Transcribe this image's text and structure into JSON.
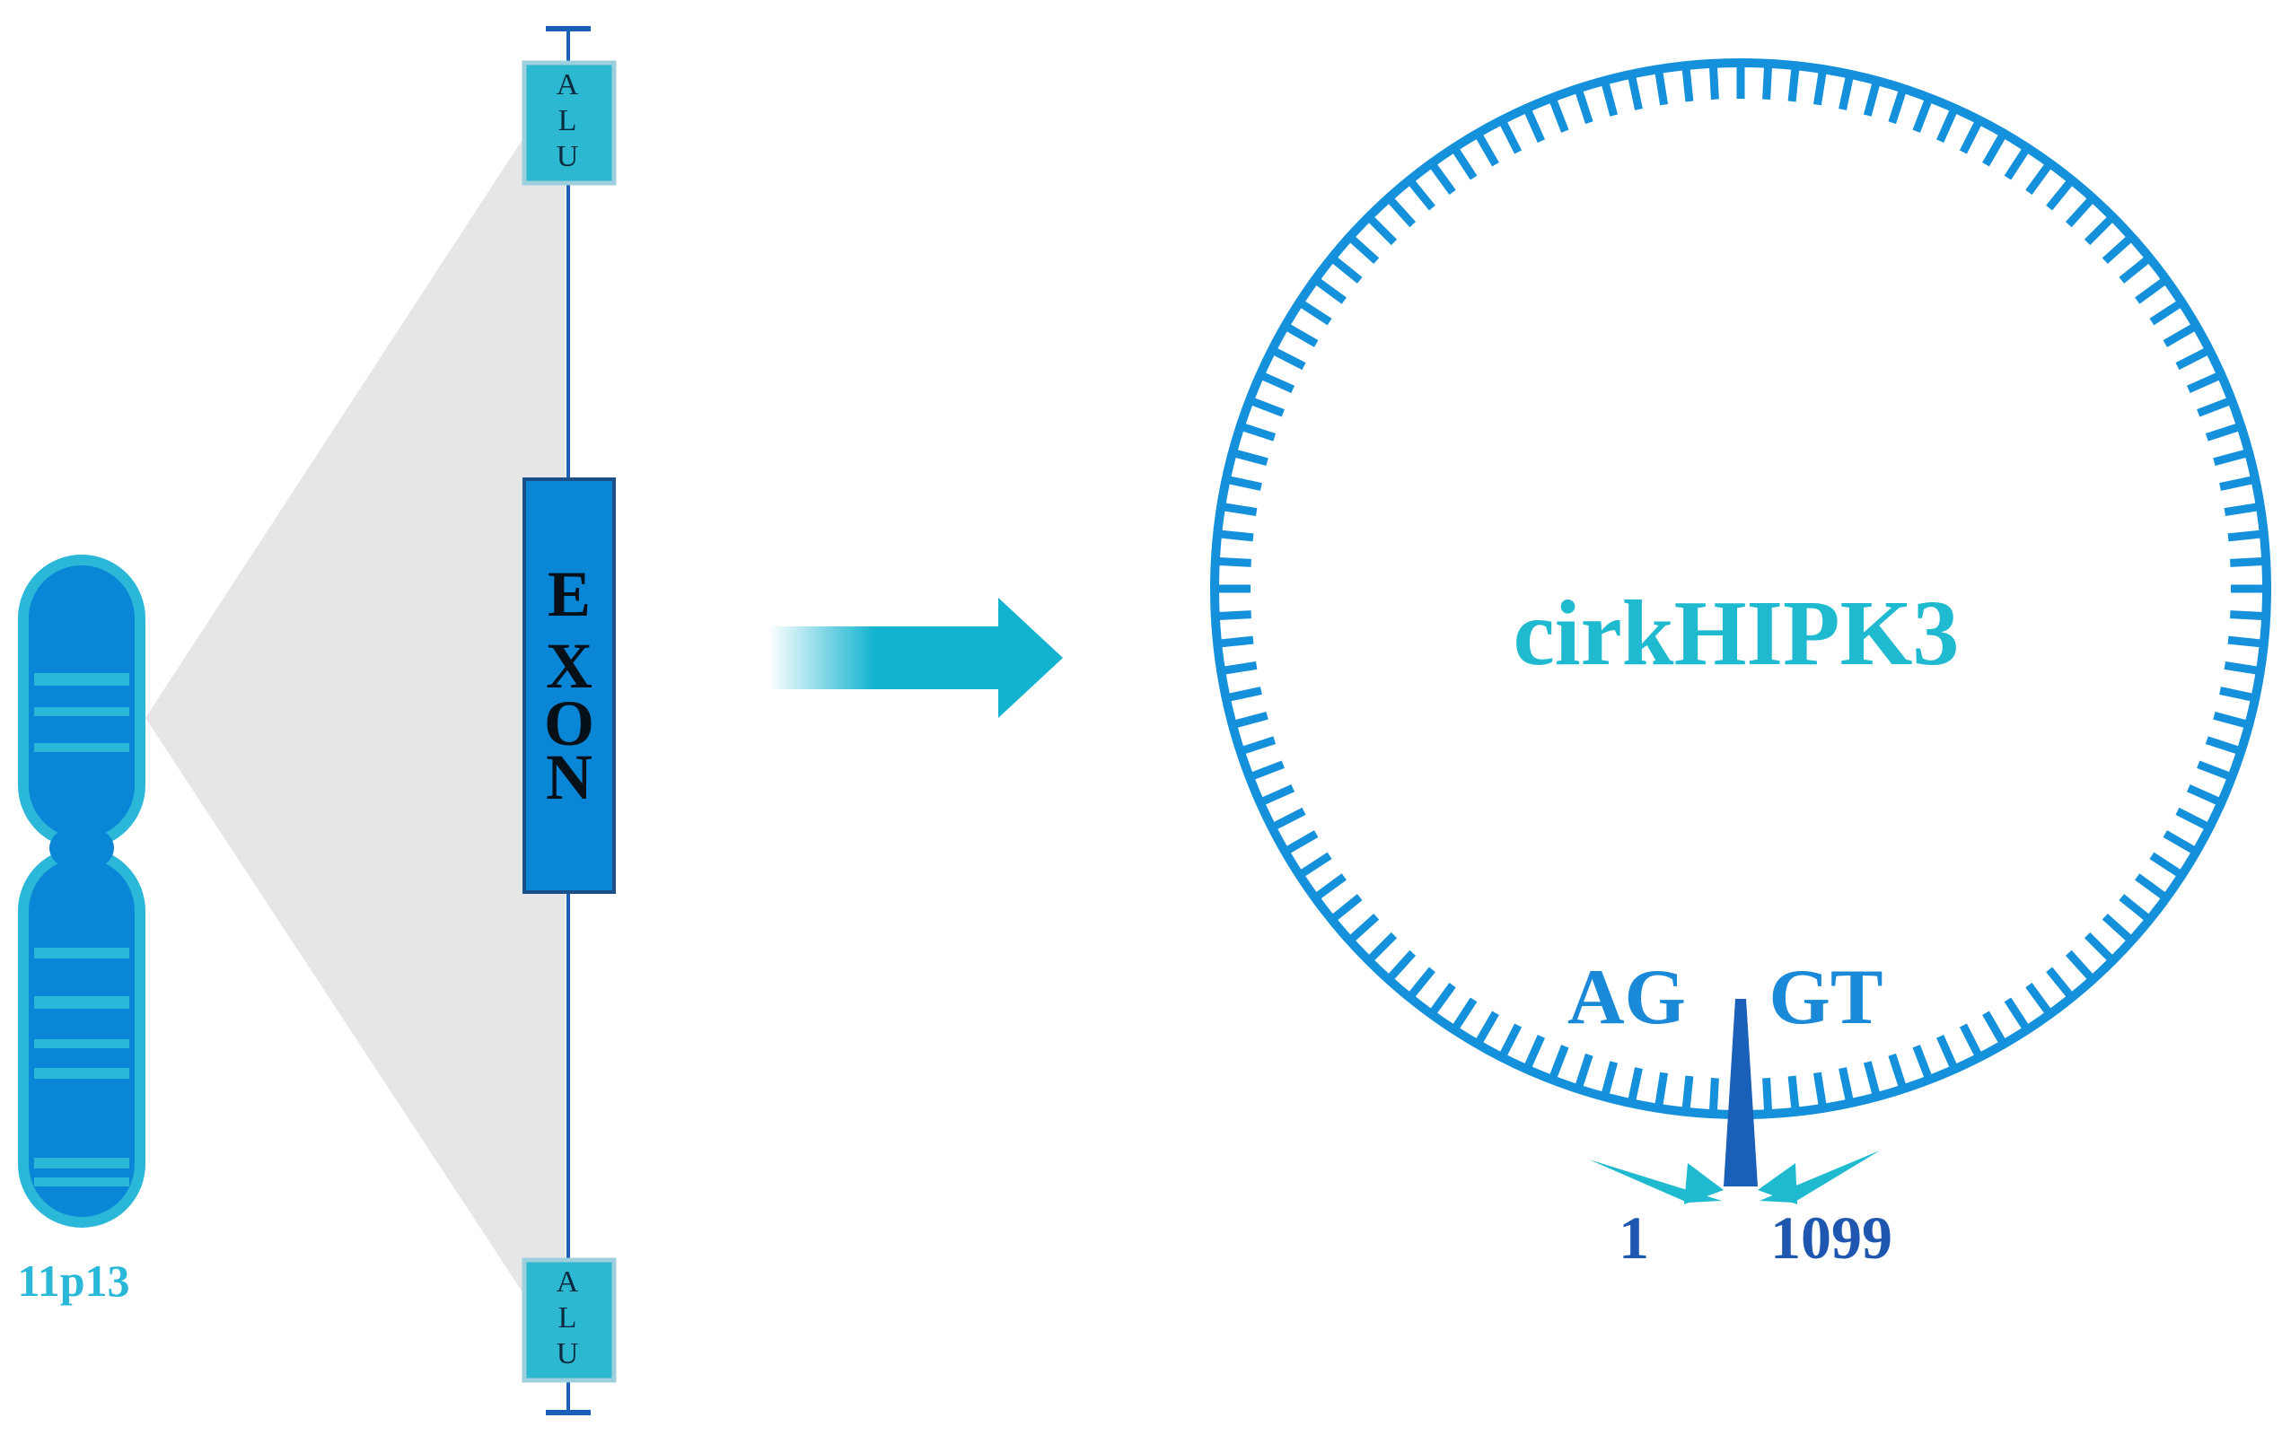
{
  "chromosome": {
    "label": "11p13"
  },
  "gene": {
    "top_element": "ALU",
    "exon_label": "EXON",
    "bottom_element": "ALU"
  },
  "circrna": {
    "name": "cirkHIPK3",
    "left_splice_site": "AG",
    "right_splice_site": "GT",
    "start_position": "1",
    "end_position": "1099"
  },
  "colors": {
    "chromosome_fill": "#0a86d6",
    "chromosome_outline": "#2bb8d8",
    "alu_fill": "#2bb8d0",
    "exon_fill": "#0a86d6",
    "line": "#1a5fb8",
    "circle": "#1591dc",
    "arrow": "#12b3cf",
    "title_color": "#1fbad0",
    "splice_text": "#1a8ad8",
    "position_text": "#1e56b0",
    "shadow": "#e5e6e8"
  }
}
